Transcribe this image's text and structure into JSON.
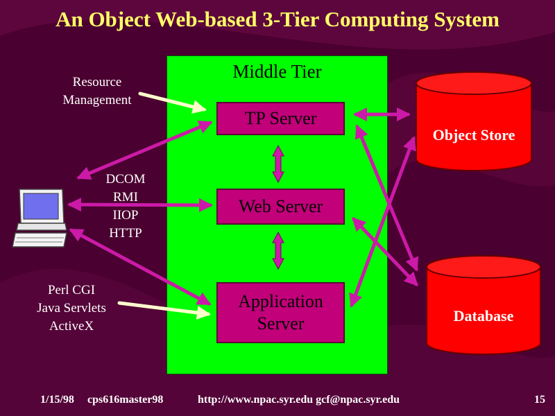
{
  "title": "An Object Web-based 3-Tier Computing System",
  "middle_tier": {
    "label": "Middle Tier",
    "tp_server": "TP Server",
    "web_server": "Web Server",
    "app_server_line1": "Application",
    "app_server_line2": "Server"
  },
  "left": {
    "resource_line1": "Resource",
    "resource_line2": "Management",
    "protocols": [
      "DCOM",
      "RMI",
      "IIOP",
      "HTTP"
    ],
    "tech": [
      "Perl CGI",
      "Java Servlets",
      "ActiveX"
    ]
  },
  "right": {
    "object_store": "Object Store",
    "database": "Database"
  },
  "footer": {
    "date": "1/15/98",
    "source": "cps616master98",
    "contact": "http://www.npac.syr.edu gcf@npac.syr.edu",
    "page": "15"
  },
  "colors": {
    "background": "#4a0030",
    "title": "#ffff66",
    "middle_tier": "#00ff00",
    "server_box": "#c2007a",
    "database": "#ff0000",
    "arrow": "#cc1aa8",
    "callout_arrow": "#ffffcc"
  },
  "icons": [
    "desktop-computer-icon"
  ]
}
